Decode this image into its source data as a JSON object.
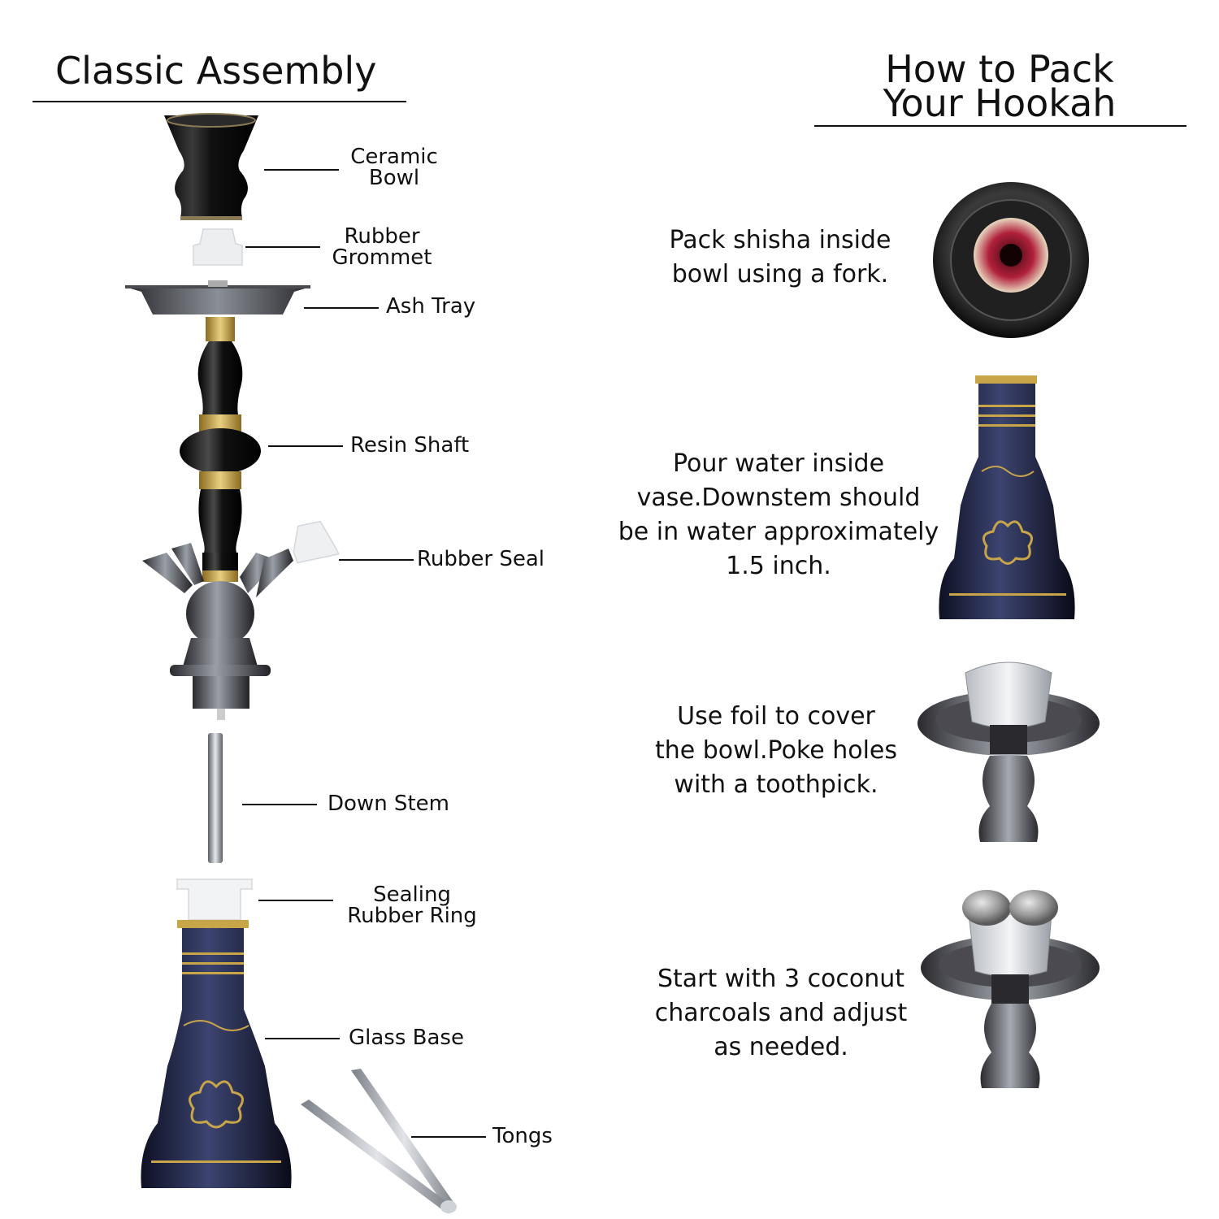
{
  "assembly": {
    "title": "Classic Assembly",
    "parts": {
      "ceramic_bowl": [
        "Ceramic",
        "Bowl"
      ],
      "rubber_grommet": [
        "Rubber",
        "Grommet"
      ],
      "ash_tray": "Ash Tray",
      "resin_shaft": "Resin Shaft",
      "rubber_seal": "Rubber Seal",
      "down_stem": "Down Stem",
      "sealing_rubber_ring": [
        "Sealing",
        "Rubber Ring"
      ],
      "glass_base": "Glass Base",
      "tongs": "Tongs"
    }
  },
  "packing": {
    "title": [
      "How to Pack",
      "Your Hookah"
    ],
    "steps": [
      [
        "Pack shisha inside",
        "bowl using a fork."
      ],
      [
        "Pour water inside",
        "vase.Downstem should",
        "be in water approximately",
        "1.5 inch."
      ],
      [
        "Use foil to cover",
        "the bowl.Poke holes",
        "with a toothpick."
      ],
      [
        "Start with 3 coconut",
        "charcoals and adjust",
        "as needed."
      ]
    ]
  },
  "colors": {
    "ink": "#111111",
    "gold": "#c9a54a",
    "navy": "#1f2440",
    "steel": "#8a8e96",
    "black": "#141414"
  }
}
